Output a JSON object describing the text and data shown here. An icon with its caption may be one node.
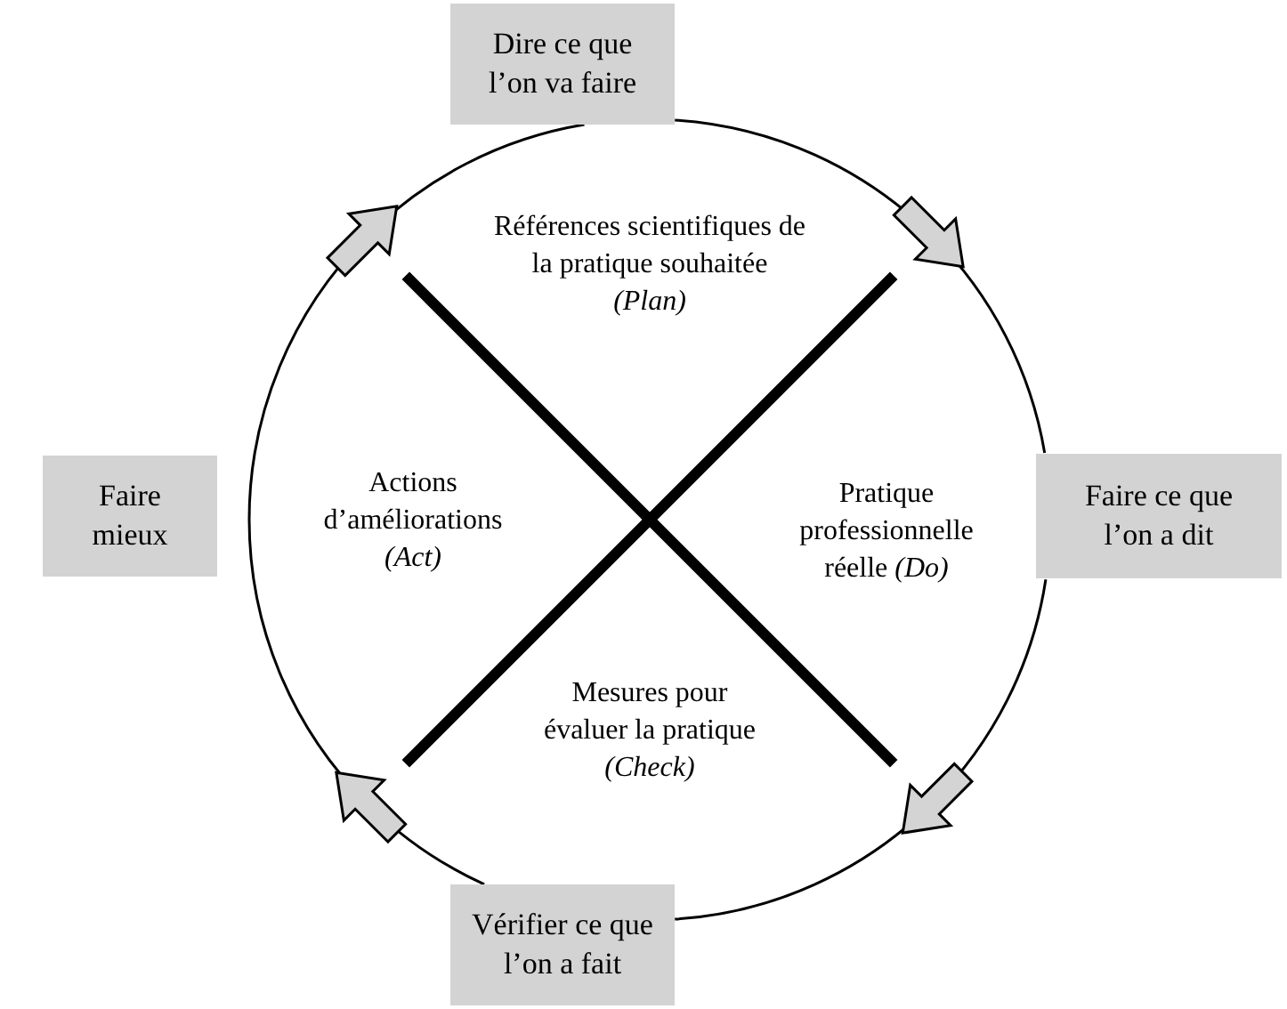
{
  "diagram": {
    "nodes": [
      {
        "text": [
          "Dire ce que l’on va faire"
        ]
      },
      {
        "text": [
          "Faire ce que l’on a dit"
        ]
      },
      {
        "text": [
          "Vérifier ce que l’on a fait"
        ]
      },
      {
        "text": [
          "Faire mieux"
        ]
      }
    ],
    "edges": [
      {
        "from": 0,
        "to": 1,
        "arrow": "to"
      },
      {
        "from": 1,
        "to": 2,
        "arrow": "to"
      },
      {
        "from": 2,
        "to": 3,
        "arrow": "to"
      },
      {
        "from": 3,
        "to": 0,
        "arrow": "to"
      }
    ],
    "labels": [
      "Références scientifiques de la pratique souhaitée *(Plan)*",
      "Actions d’améliorations *(Act)*",
      "Pratique professionnelle réelle *(Do)*",
      "Mesures pour évaluer la pratique *(Check)*"
    ]
  }
}
